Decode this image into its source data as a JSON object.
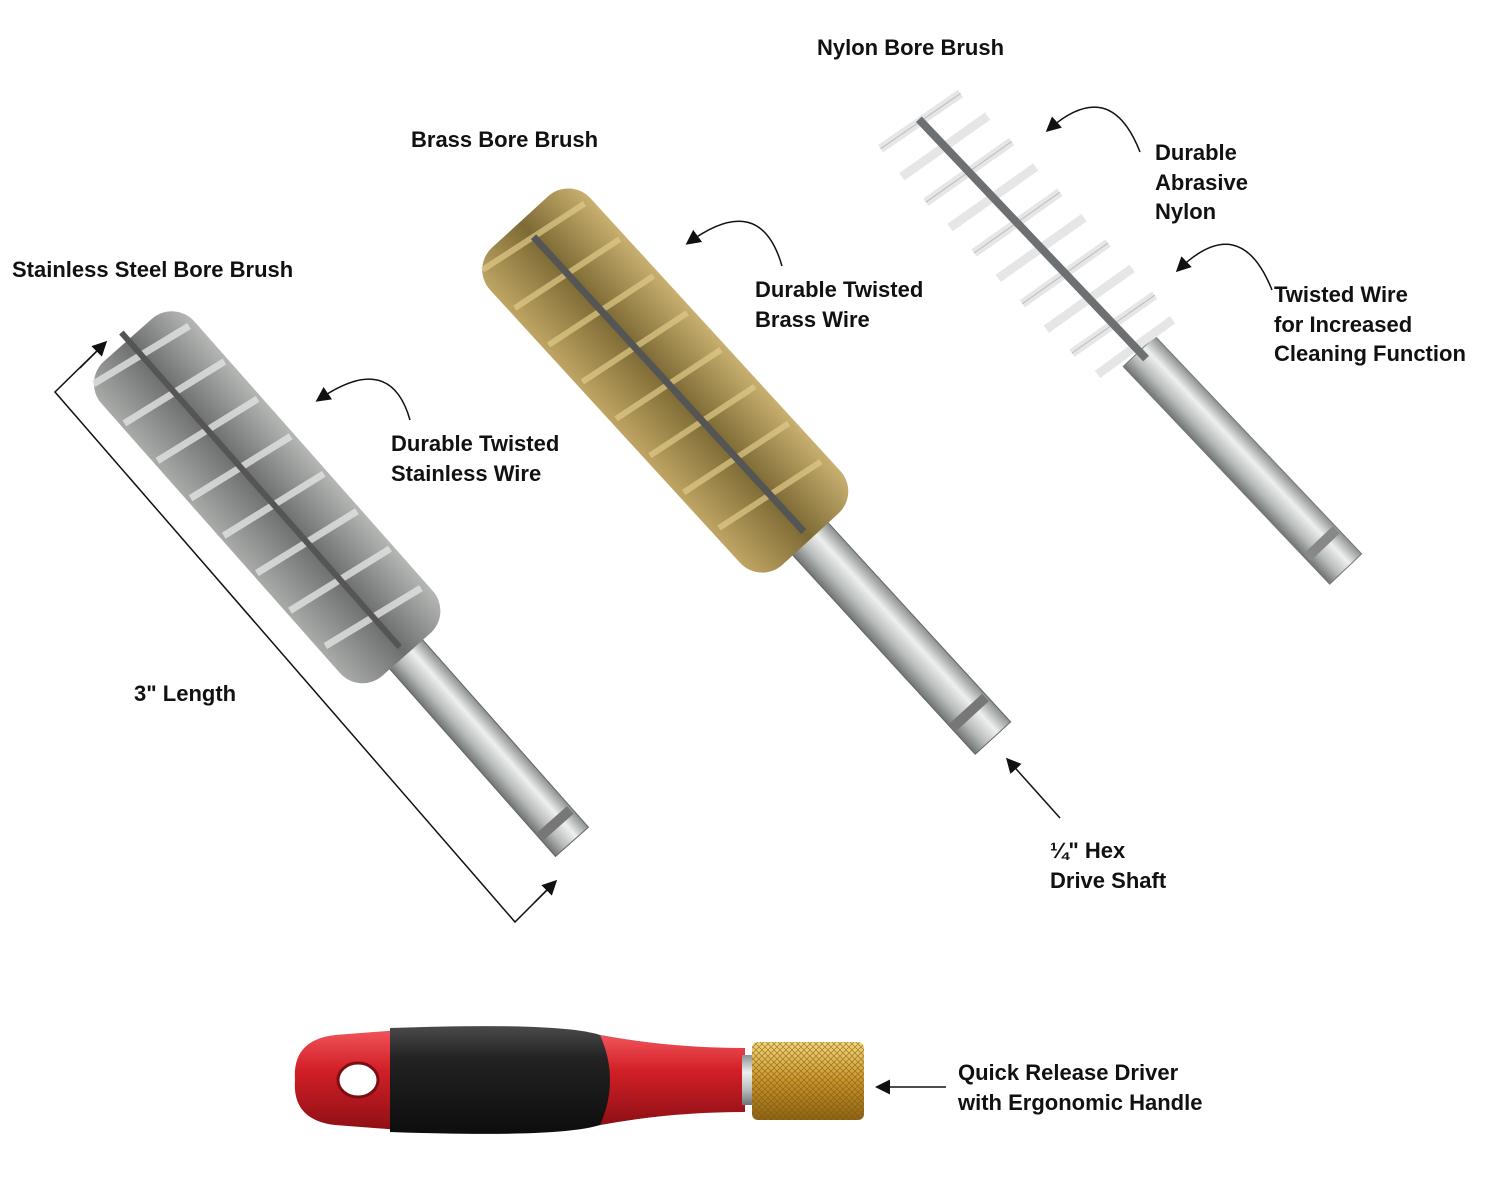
{
  "titles": {
    "stainless": "Stainless Steel Bore Brush",
    "brass": "Brass Bore Brush",
    "nylon": "Nylon Bore Brush"
  },
  "callouts": {
    "stainless_wire": [
      "Durable Twisted",
      "Stainless Wire"
    ],
    "brass_wire": [
      "Durable Twisted",
      "Brass Wire"
    ],
    "nylon": [
      "Durable",
      "Abrasive",
      "Nylon"
    ],
    "twisted_wire": [
      "Twisted Wire",
      "for Increased",
      "Cleaning Function"
    ],
    "hex": [
      "¼\" Hex",
      "Drive Shaft"
    ],
    "length": "3\" Length",
    "driver": [
      "Quick Release Driver",
      "with Ergonomic Handle"
    ]
  },
  "colors": {
    "steel": "#8a8d8c",
    "brass": "#a08a48",
    "nylon": "#f4f4f4",
    "handle_red": "#d21f27",
    "handle_black": "#1e1e1e",
    "collar": "#d8aa3a"
  }
}
